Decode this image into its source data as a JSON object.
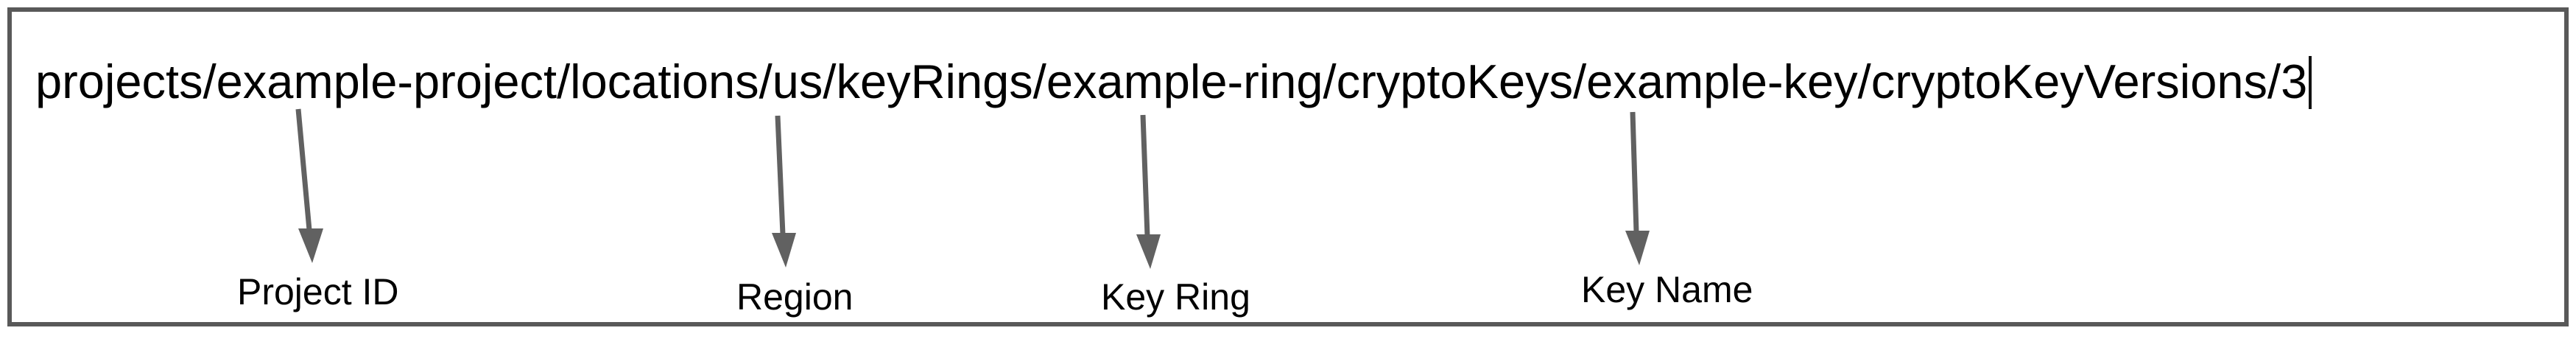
{
  "diagram": {
    "resource_path": "projects/example-project/locations/us/keyRings/example-ring/cryptoKeys/example-key/cryptoKeyVersions/3",
    "cursor_visible": true,
    "annotations": [
      {
        "label": "Project ID",
        "points_to_segment": "example-project"
      },
      {
        "label": "Region",
        "points_to_segment": "us"
      },
      {
        "label": "Key Ring",
        "points_to_segment": "example-ring"
      },
      {
        "label": "Key Name",
        "points_to_segment": "example-key"
      }
    ],
    "colors": {
      "arrow": "#616161",
      "box_border": "#595959",
      "text": "#000000",
      "background": "#ffffff"
    }
  }
}
